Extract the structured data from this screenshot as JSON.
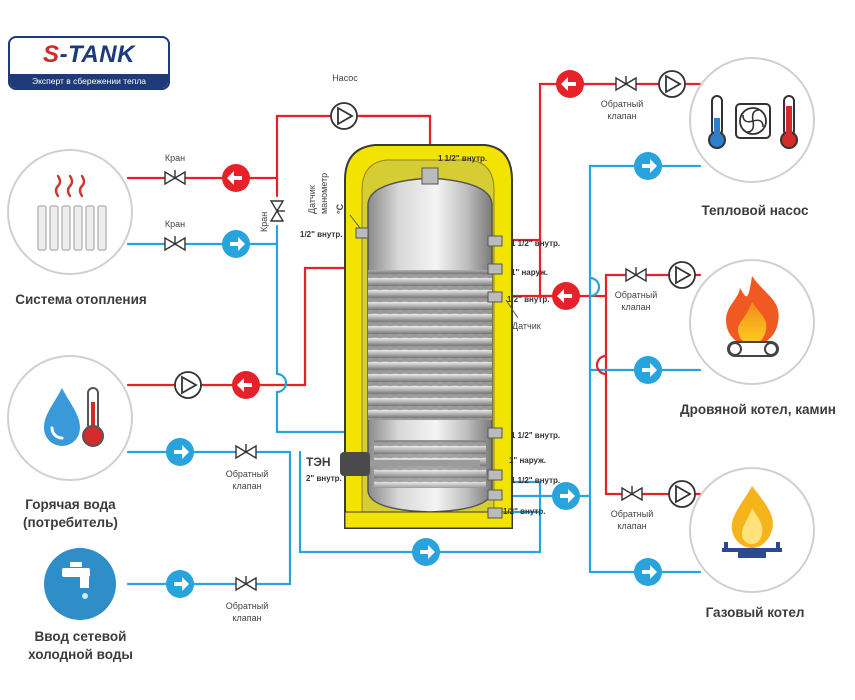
{
  "logo": {
    "name_accent": "S",
    "name_rest": "-TANK",
    "tagline": "Эксперт в сбережении тепла"
  },
  "devices": {
    "heating": {
      "title": "Система отопления"
    },
    "hot_water": {
      "title_line1": "Горячая вода",
      "title_line2": "(потребитель)"
    },
    "cold_inlet": {
      "title_line1": "Ввод  сетевой",
      "title_line2": "холодной воды"
    },
    "heat_pump": {
      "title": "Тепловой насос"
    },
    "wood_boiler": {
      "title": "Дровяной котел, камин"
    },
    "gas_boiler": {
      "title": "Газовый котел"
    }
  },
  "labels": {
    "pump": "Насос",
    "tap_top": "Кран",
    "tap_bottom": "Кран",
    "tap_vertical": "Кран",
    "check_valve_line1": "Обратный",
    "check_valve_line2": "клапан",
    "sensor": "Датчик",
    "sensor_manometer_line1": "Датчик",
    "sensor_manometer_line2": "манометр",
    "temp_unit": "°C",
    "heater": "ТЭН"
  },
  "fittings": {
    "top": "1 1/2\" внутр.",
    "upper_left": "1/2\" внутр.",
    "r1": "1 1/2\" внутр.",
    "r2": "1\" наруж.",
    "r3": "1/2\" внутр.",
    "r4": "1 1/2\" внутр.",
    "r5": "1\" наруж.",
    "r6": "1 1/2\" внутр.",
    "r7": "1/2\" внутр.",
    "heater_size": "2\" внутр."
  },
  "colors": {
    "hot": "#e5212a",
    "cold": "#29a3dc",
    "brand": "#1e3a7b",
    "insulation": "#f2e400"
  }
}
